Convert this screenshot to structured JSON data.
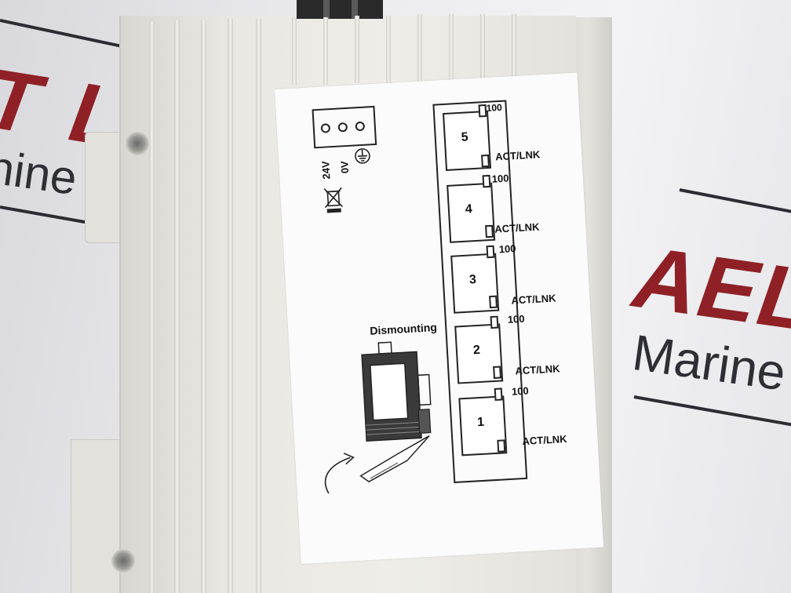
{
  "background": {
    "left_brand": "T LT",
    "left_sub": "hine",
    "right_brand": "AEL",
    "right_sub": "Marine",
    "brand_color": "#8f2126"
  },
  "label": {
    "terminals": [
      "24V",
      "0V"
    ],
    "ground_icon": "ground-symbol-icon",
    "weee_icon": "crossed-bin-icon",
    "dismount_title": "Dismounting",
    "ports": [
      {
        "number": "5",
        "speed_label": "100",
        "status_label": "ACT/LNK"
      },
      {
        "number": "4",
        "speed_label": "100",
        "status_label": "ACT/LNK"
      },
      {
        "number": "3",
        "speed_label": "100",
        "status_label": "ACT/LNK"
      },
      {
        "number": "2",
        "speed_label": "100",
        "status_label": "ACT/LNK"
      },
      {
        "number": "1",
        "speed_label": "100",
        "status_label": "ACT/LNK"
      }
    ]
  }
}
